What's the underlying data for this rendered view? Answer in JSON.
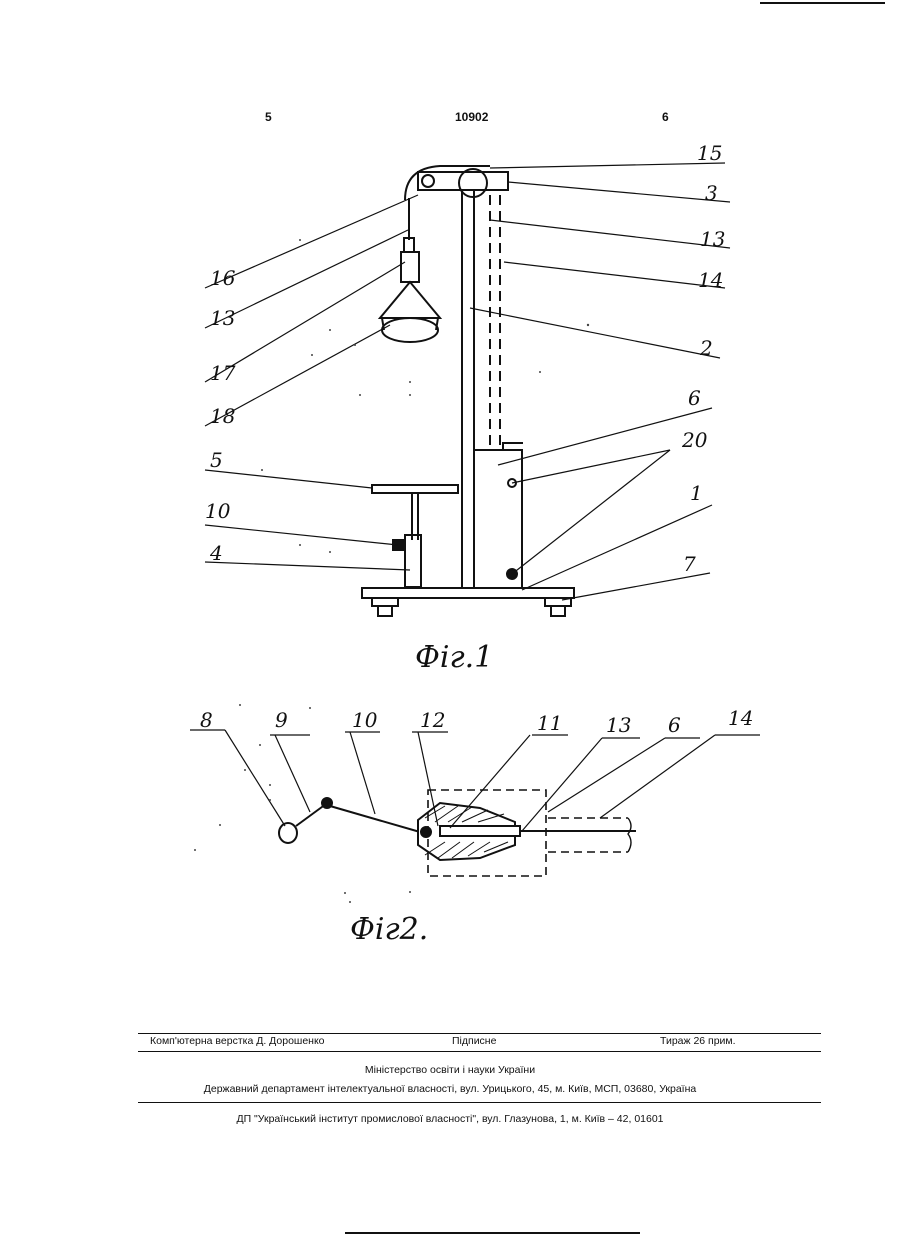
{
  "header": {
    "left_page_no": "5",
    "patent_no": "10902",
    "right_page_no": "6"
  },
  "figure1": {
    "caption": "Фіг.1",
    "labels": [
      "15",
      "3",
      "13",
      "14",
      "2",
      "6",
      "20",
      "1",
      "7",
      "16",
      "13",
      "17",
      "18",
      "5",
      "10",
      "4"
    ]
  },
  "figure2": {
    "caption": "Фіг2.",
    "labels": [
      "8",
      "9",
      "10",
      "12",
      "11",
      "13",
      "6",
      "14"
    ]
  },
  "footer": {
    "typesetting": "Комп'ютерна верстка Д. Дорошенко",
    "signed": "Підписне",
    "circulation": "Тираж 26 прим.",
    "ministry": "Міністерство освіти і науки України",
    "department": "Державний департамент інтелектуальної власності, вул. Урицького, 45, м. Київ, МСП, 03680, Україна",
    "institute": "ДП \"Український інститут промислової власності\", вул. Глазунова, 1, м. Київ – 42, 01601"
  }
}
